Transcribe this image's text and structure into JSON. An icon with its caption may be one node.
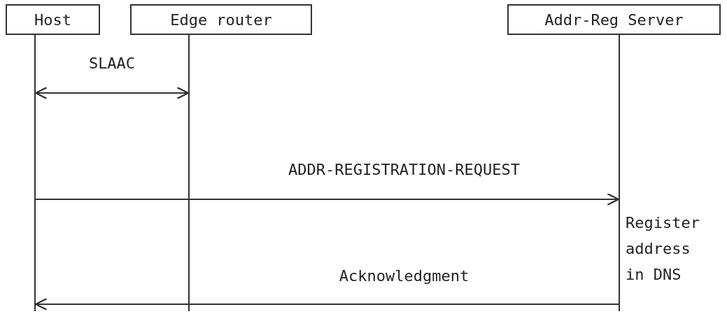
{
  "diagram": {
    "nodes": [
      {
        "text": [
          "Host"
        ]
      },
      {
        "text": [
          "Edge router"
        ]
      },
      {
        "text": [
          "Addr-Reg Server"
        ]
      }
    ],
    "edges": [
      {
        "from": 0,
        "to": 1,
        "arrow": "both",
        "label": "SLAAC"
      },
      {
        "from": 0,
        "to": 2,
        "arrow": "to",
        "label": "ADDR-REGISTRATION-REQUEST"
      },
      {
        "from": 2,
        "to": 0,
        "arrow": "to",
        "label": "Acknowledgment"
      }
    ],
    "labels": [
      "Register address in DNS"
    ]
  }
}
